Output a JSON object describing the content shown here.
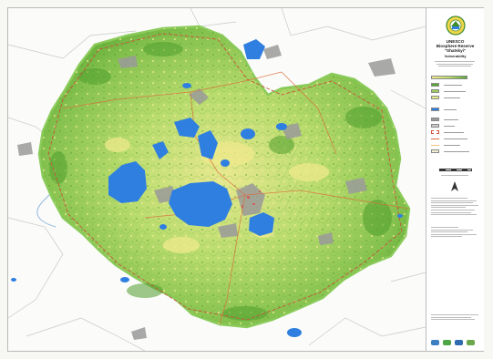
{
  "title": {
    "line1": "UNESCO",
    "line2": "Biosphere Reserve",
    "line3": "\"Shatskyi\"",
    "subtitle": "Vulnerability"
  },
  "colors": {
    "lake": "#2f7fe0",
    "vegetation_high": "#5aa832",
    "vegetation_mid": "#9ccf5a",
    "vegetation_low": "#e6e985",
    "urban": "#9a9a9a",
    "boundary": "#c9533a",
    "roads": "#d86f3c",
    "background": "#fbfbf9"
  },
  "icons": [
    "unesco-emblem-icon",
    "north-arrow-icon",
    "partner-logo-icon"
  ]
}
